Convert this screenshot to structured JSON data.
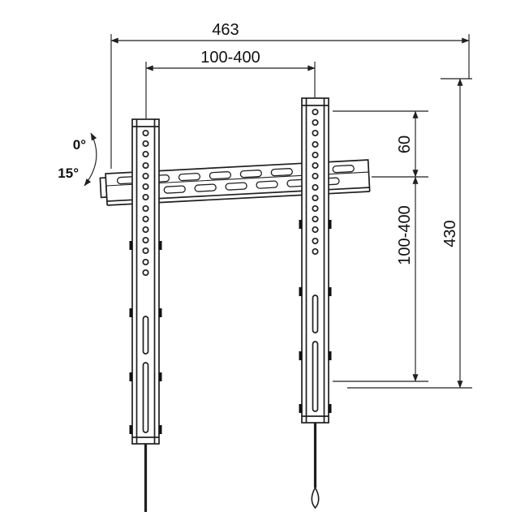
{
  "colors": {
    "line": "#1f1f1f",
    "text": "#111111",
    "background": "#ffffff"
  },
  "diagram": {
    "dim_total_width": "463",
    "dim_hole_width_range": "100-400",
    "dim_rail_height": "60",
    "dim_hole_height_range": "100-400",
    "dim_total_height": "430",
    "angle_min": "0°",
    "angle_max": "15°"
  }
}
